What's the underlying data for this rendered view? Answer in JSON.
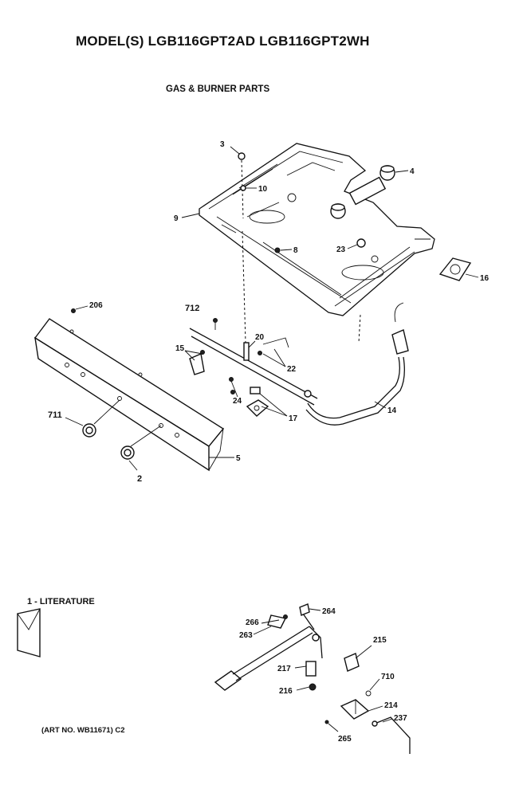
{
  "header": {
    "top_mark": "' ' ' '",
    "title": "MODEL(S) LGB116GPT2AD  LGB116GPT2WH",
    "subtitle": "GAS & BURNER PARTS"
  },
  "literature_label": "1 - LITERATURE",
  "art_number": "(ART NO. WB11671) C2",
  "callouts": {
    "c3": "3",
    "c4": "4",
    "c10": "10",
    "c9": "9",
    "c8": "8",
    "c23": "23",
    "c16": "16",
    "c206": "206",
    "c712": "712",
    "c20": "20",
    "c15": "15",
    "c22": "22",
    "c24": "24",
    "c17": "17",
    "c14": "14",
    "c711": "711",
    "c5": "5",
    "c2": "2",
    "c264": "264",
    "c266": "266",
    "c263": "263",
    "c215": "215",
    "c217": "217",
    "c710": "710",
    "c216": "216",
    "c214": "214",
    "c237": "237",
    "c265": "265"
  }
}
